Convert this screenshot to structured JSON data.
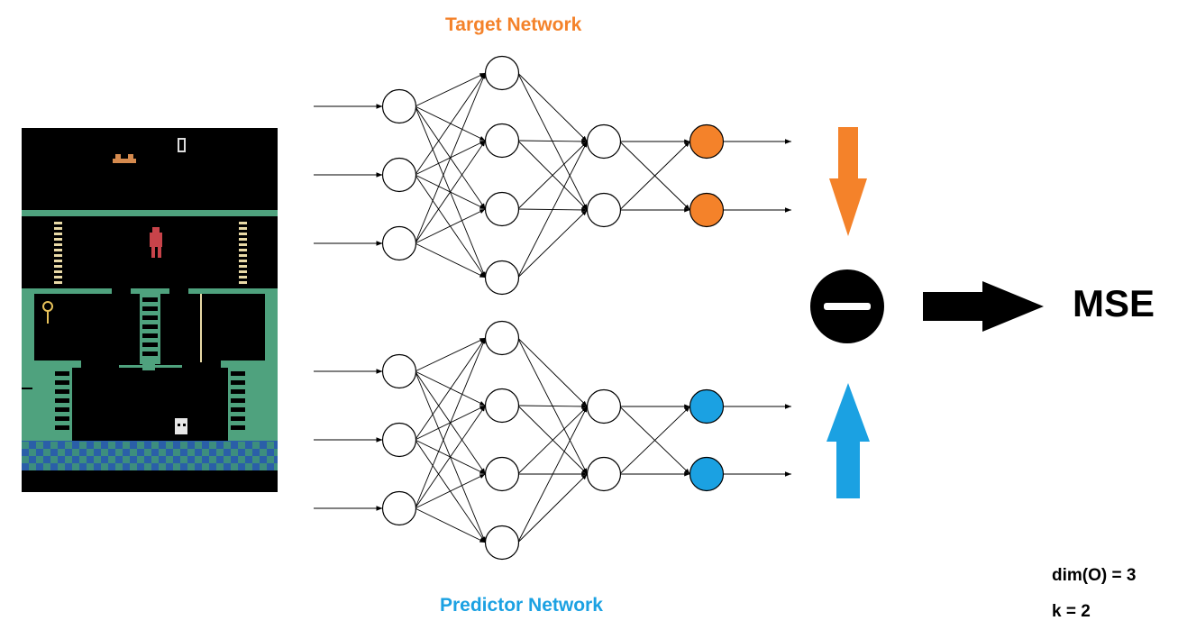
{
  "target_title": "Target Network",
  "predictor_title": "Predictor Network",
  "loss_label": "MSE",
  "dim_label": "dim(O) = 3",
  "k_label": "k = 2",
  "colors": {
    "target": "#F4822A",
    "predictor": "#1BA1E2",
    "game_bg": "#000000",
    "game_green": "#4FA27E"
  },
  "network": {
    "layers": [
      3,
      4,
      2,
      2
    ]
  }
}
